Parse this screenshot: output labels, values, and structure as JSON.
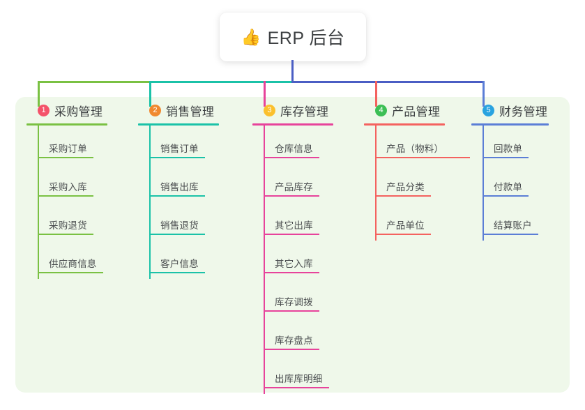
{
  "title": {
    "emoji": "👍",
    "text": "ERP 后台",
    "icon_name": "thumbs-up-icon"
  },
  "panel": {
    "background": "#eff8ea"
  },
  "colors": {
    "col1_line": "#7ac143",
    "col2_line": "#1bc2a8",
    "col3_line": "#e7439b",
    "col4_line": "#f4625f",
    "col5_line": "#5b7ed6",
    "trunk": "#4b5ec4",
    "badge1": "#f4536a",
    "badge2": "#f0892f",
    "badge3": "#fbc02d",
    "badge4": "#3cbf55",
    "badge5": "#29a3e0"
  },
  "columns": [
    {
      "index": "1",
      "title": "采购管理",
      "badge_color": "#f4536a",
      "line_color": "#7ac143",
      "items": [
        {
          "label": "采购订单"
        },
        {
          "label": "采购入库"
        },
        {
          "label": "采购退货"
        },
        {
          "label": "供应商信息"
        }
      ]
    },
    {
      "index": "2",
      "title": "销售管理",
      "badge_color": "#f0892f",
      "line_color": "#1bc2a8",
      "items": [
        {
          "label": "销售订单"
        },
        {
          "label": "销售出库"
        },
        {
          "label": "销售退货"
        },
        {
          "label": "客户信息"
        }
      ]
    },
    {
      "index": "3",
      "title": "库存管理",
      "badge_color": "#fbc02d",
      "line_color": "#e7439b",
      "items": [
        {
          "label": "仓库信息"
        },
        {
          "label": "产品库存"
        },
        {
          "label": "其它出库"
        },
        {
          "label": "其它入库"
        },
        {
          "label": "库存调拨"
        },
        {
          "label": "库存盘点"
        },
        {
          "label": "出库库明细"
        }
      ]
    },
    {
      "index": "4",
      "title": "产品管理",
      "badge_color": "#3cbf55",
      "line_color": "#f4625f",
      "items": [
        {
          "label": "产品（物料）"
        },
        {
          "label": "产品分类"
        },
        {
          "label": "产品单位"
        }
      ]
    },
    {
      "index": "5",
      "title": "财务管理",
      "badge_color": "#29a3e0",
      "line_color": "#5b7ed6",
      "items": [
        {
          "label": "回款单"
        },
        {
          "label": "付款单"
        },
        {
          "label": "结算账户"
        }
      ]
    }
  ]
}
